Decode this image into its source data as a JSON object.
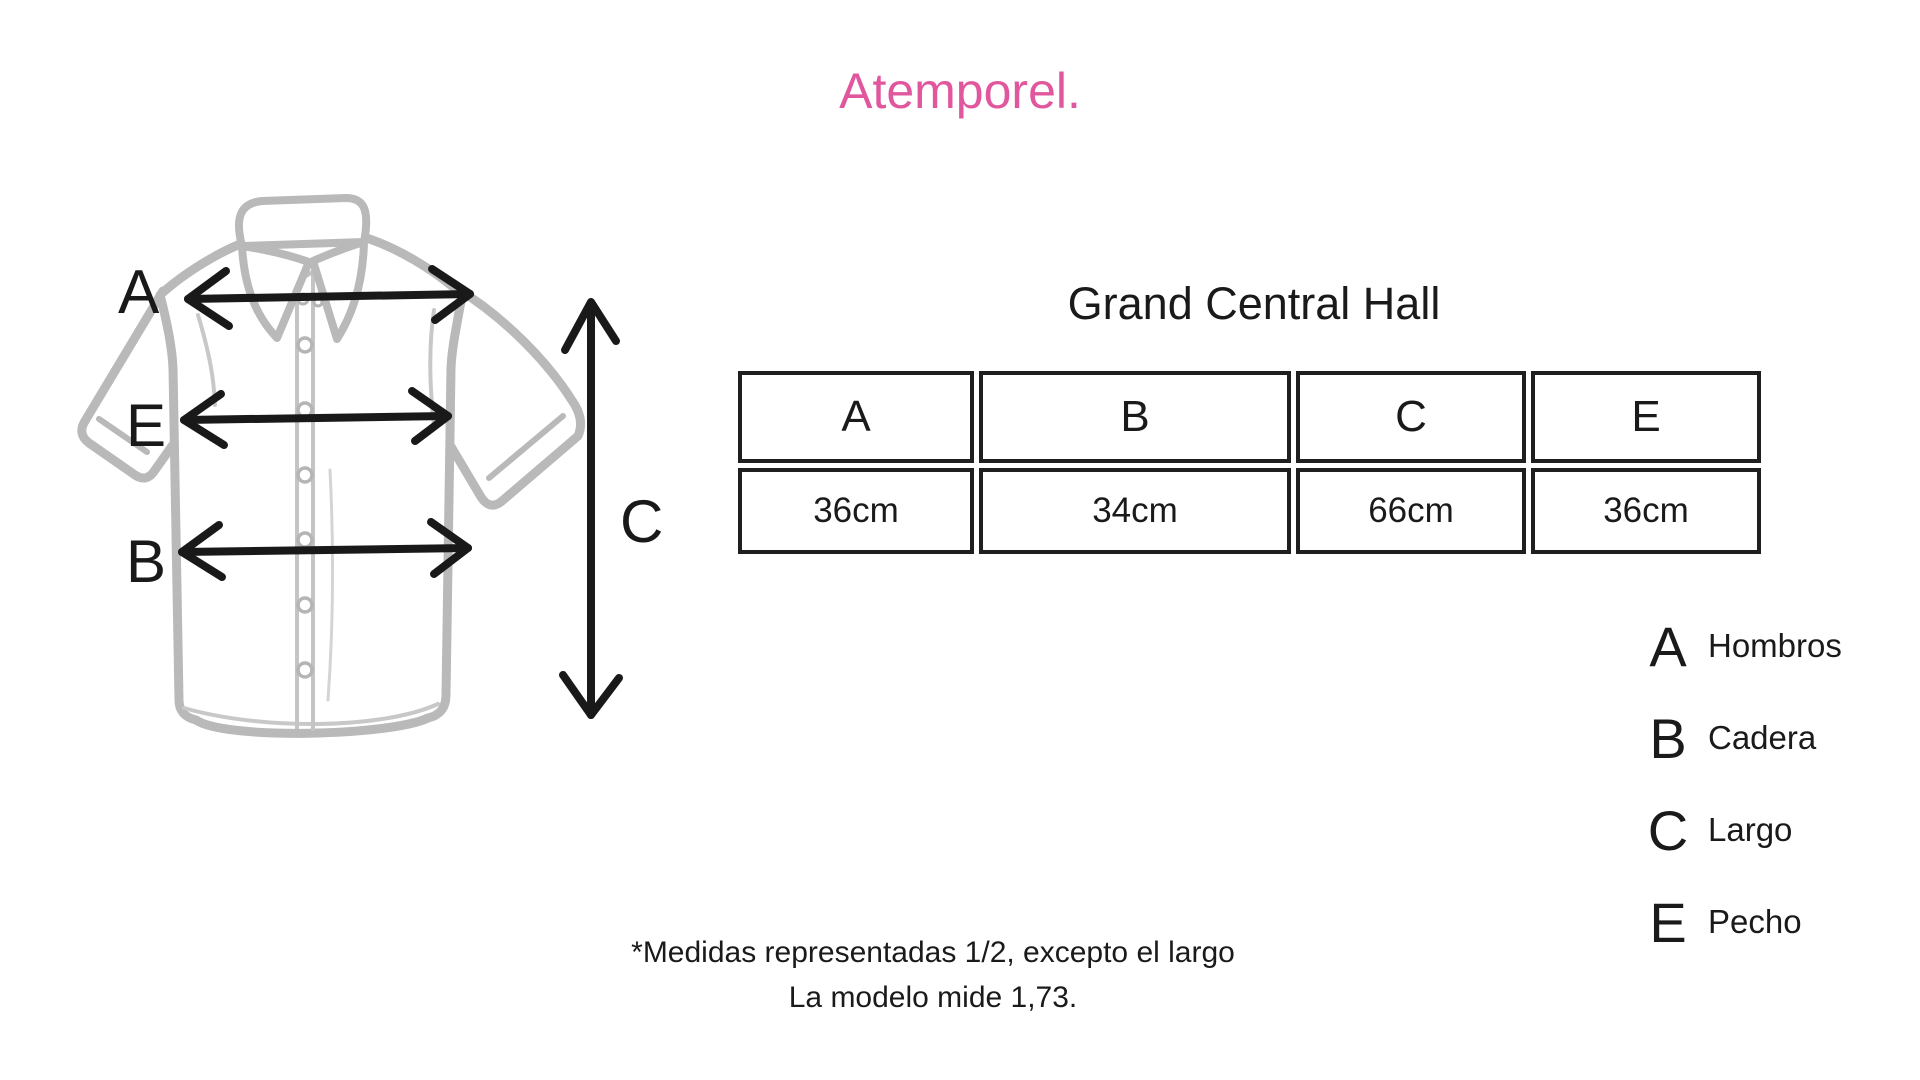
{
  "brand": {
    "logo": "Atemporel."
  },
  "product": {
    "title": "Grand Central Hall"
  },
  "size_table": {
    "headers": [
      "A",
      "B",
      "C",
      "E"
    ],
    "values": [
      "36cm",
      "34cm",
      "66cm",
      "36cm"
    ]
  },
  "diagram": {
    "labels": {
      "a": "A",
      "e": "E",
      "b": "B",
      "c": "C"
    }
  },
  "legend": {
    "items": [
      {
        "letter": "A",
        "label": "Hombros"
      },
      {
        "letter": "B",
        "label": "Cadera"
      },
      {
        "letter": "C",
        "label": "Largo"
      },
      {
        "letter": "E",
        "label": "Pecho"
      }
    ]
  },
  "footnote": {
    "line1": "*Medidas representadas 1/2, excepto el largo",
    "line2": "La modelo mide 1,73."
  },
  "colors": {
    "brand_pink": "#e0579e",
    "ink": "#1a1a1a",
    "shirt_gray": "#b9b9b9"
  }
}
